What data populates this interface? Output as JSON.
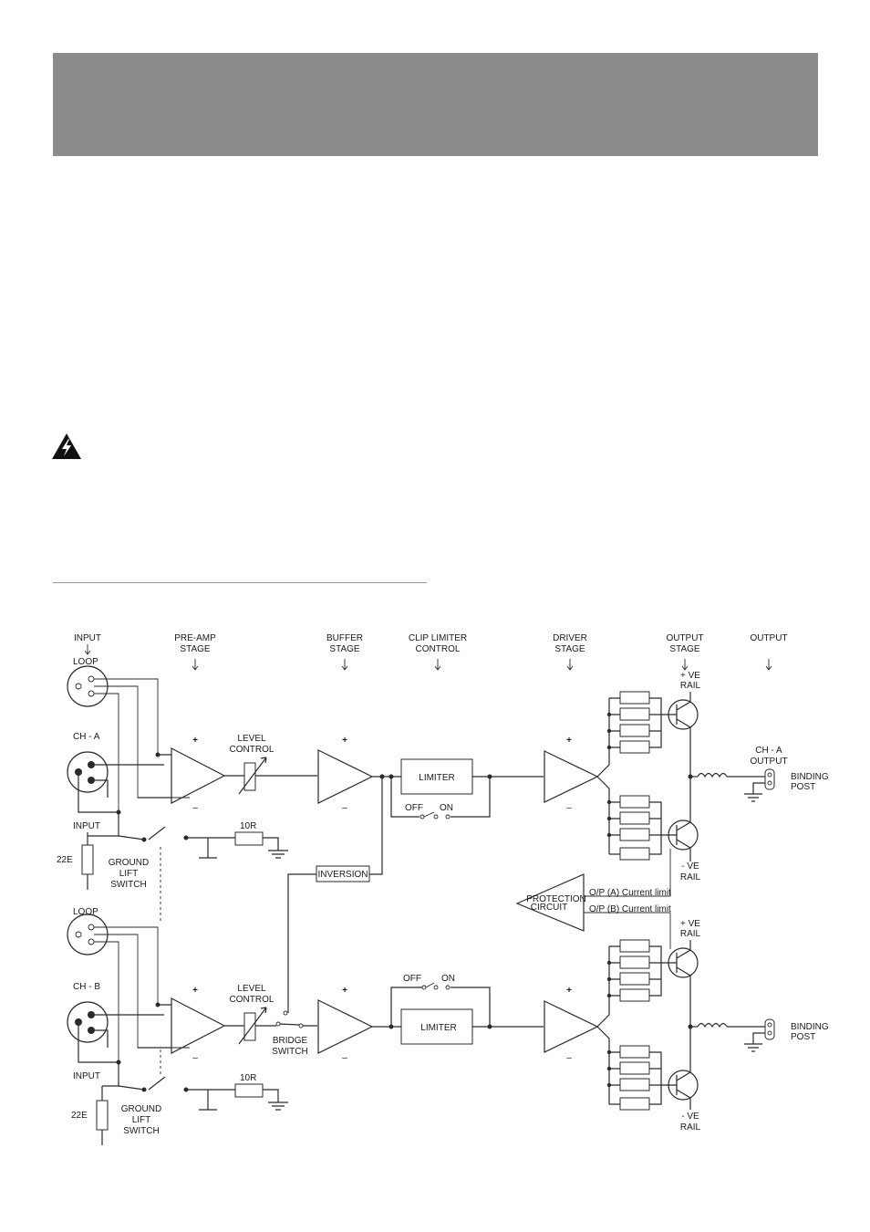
{
  "diagram": {
    "stage_labels": {
      "input_loop": [
        "INPUT"
      ],
      "preamp": [
        "PRE-AMP",
        "STAGE"
      ],
      "buffer": [
        "BUFFER",
        "STAGE"
      ],
      "clip": [
        "CLIP LIMITER",
        "CONTROL"
      ],
      "driver": [
        "DRIVER",
        "STAGE"
      ],
      "output_stage": [
        "OUTPUT",
        "STAGE"
      ],
      "output": [
        "OUTPUT"
      ]
    },
    "loop": "LOOP",
    "ch_a": "CH - A",
    "ch_b": "CH - B",
    "input": "INPUT",
    "resistor_22e": "22E",
    "ground_lift": [
      "GROUND",
      "LIFT",
      "SWITCH"
    ],
    "resistor_10r": "10R",
    "level_control": [
      "LEVEL",
      "CONTROL"
    ],
    "limiter": "LIMITER",
    "off": "OFF",
    "on": "ON",
    "inversion": "INVERSION",
    "bridge_switch": [
      "BRIDGE",
      "SWITCH"
    ],
    "protection": [
      "PROTECTION",
      "CIRCUIT"
    ],
    "op_a_limit": "O/P (A) Current limit",
    "op_b_limit": "O/P (B) Current limit",
    "pos_rail": [
      "+ VE",
      "RAIL"
    ],
    "neg_rail": [
      "- VE",
      "RAIL"
    ],
    "ch_a_output": [
      "CH - A",
      "OUTPUT"
    ],
    "binding_post": [
      "BINDING",
      "POST"
    ],
    "plus": "+",
    "minus": "–"
  }
}
